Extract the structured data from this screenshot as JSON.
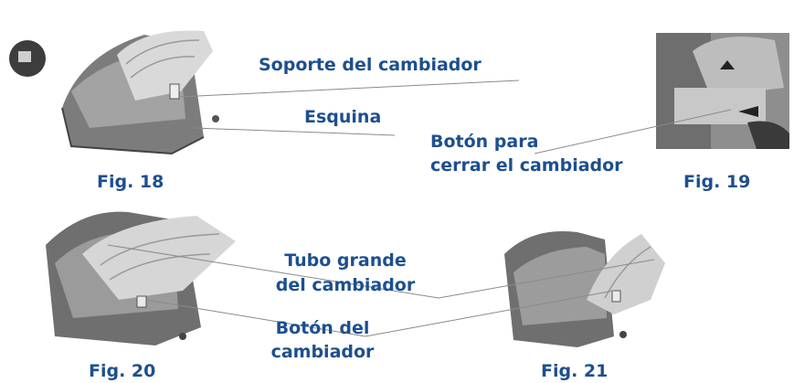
{
  "labels": {
    "soporte": "Soporte del cambiador",
    "esquina": "Esquina",
    "boton_cerrar_1": "Botón para",
    "boton_cerrar_2": "cerrar el cambiador",
    "tubo_1": "Tubo grande",
    "tubo_2": "del cambiador",
    "boton_cambiador_1": "Botón del",
    "boton_cambiador_2": "cambiador"
  },
  "figures": {
    "f18": "Fig. 18",
    "f19": "Fig. 19",
    "f20": "Fig. 20",
    "f21": "Fig. 21"
  },
  "colors": {
    "label": "#1d4f8f",
    "line": "#8a8a8a"
  }
}
